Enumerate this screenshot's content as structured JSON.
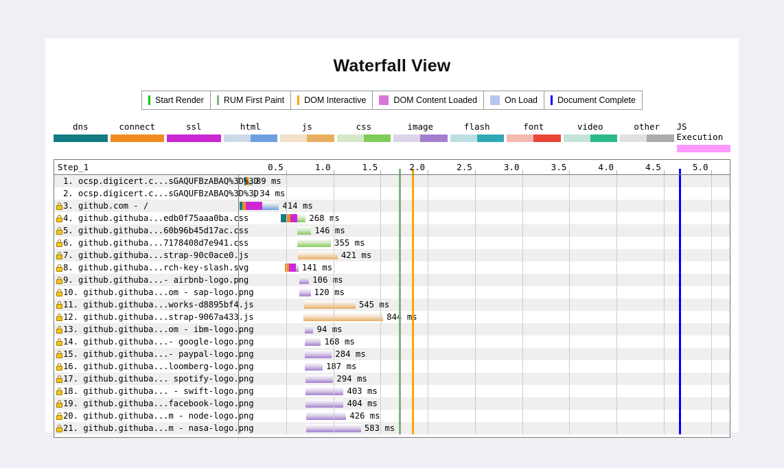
{
  "page": {
    "title": "Waterfall View"
  },
  "event_legend": [
    {
      "label": "Start Render",
      "color": "#00cc00",
      "shape": "line"
    },
    {
      "label": "RUM First Paint",
      "color": "#80b080",
      "shape": "line"
    },
    {
      "label": "DOM Interactive",
      "color": "#ffa400",
      "shape": "line"
    },
    {
      "label": "DOM Content Loaded",
      "color": "#d976d9",
      "shape": "square"
    },
    {
      "label": "On Load",
      "color": "#b8c4f0",
      "shape": "square"
    },
    {
      "label": "Document Complete",
      "color": "#0000ff",
      "shape": "line"
    }
  ],
  "type_legend": [
    {
      "label": "dns",
      "colors": [
        "#147a84",
        "#147a84"
      ]
    },
    {
      "label": "connect",
      "colors": [
        "#ef8d22",
        "#ef8d22"
      ]
    },
    {
      "label": "ssl",
      "colors": [
        "#cb28d4",
        "#cb28d4"
      ]
    },
    {
      "label": "html",
      "colors": [
        "#ccd9e8",
        "#6e9fe0"
      ]
    },
    {
      "label": "js",
      "colors": [
        "#f2e0c8",
        "#e8ae62"
      ]
    },
    {
      "label": "css",
      "colors": [
        "#d6e8c6",
        "#7fcc58"
      ]
    },
    {
      "label": "image",
      "colors": [
        "#ddd4ea",
        "#a47fd0"
      ]
    },
    {
      "label": "flash",
      "colors": [
        "#bce0e2",
        "#2fa8b4"
      ]
    },
    {
      "label": "font",
      "colors": [
        "#f4b8b0",
        "#ea4536"
      ]
    },
    {
      "label": "video",
      "colors": [
        "#c3e4d6",
        "#2bb98a"
      ]
    },
    {
      "label": "other",
      "colors": [
        "#e0e0e0",
        "#ababab"
      ]
    },
    {
      "label": "JS Execution",
      "colors": [
        "#ff99ff",
        "#ff99ff"
      ]
    }
  ],
  "waterfall": {
    "step_label": "Step_1",
    "axis": {
      "ticks": [
        "0.5",
        "1.0",
        "1.5",
        "2.0",
        "2.5",
        "3.0",
        "3.5",
        "4.0",
        "4.5",
        "5.0"
      ],
      "tick_values": [
        0.5,
        1.0,
        1.5,
        2.0,
        2.5,
        3.0,
        3.5,
        4.0,
        4.5,
        5.0
      ],
      "min": 0.0,
      "max": 5.2,
      "unit": "s"
    },
    "events": [
      {
        "name": "Start Render",
        "time": 1.7,
        "color": "#00cc00",
        "width": 3
      },
      {
        "name": "RUM First Paint",
        "time": 1.7,
        "color": "#80b080",
        "width": 3
      },
      {
        "name": "DOM Interactive",
        "time": 1.84,
        "color": "#ffa400",
        "width": 3
      },
      {
        "name": "Document Complete",
        "time": 4.67,
        "color": "#0000ff",
        "width": 3
      }
    ],
    "requests": [
      {
        "num": "1.",
        "name": "ocsp.digicert.c...sGAQUFBzABAQ%3D%3D",
        "secure": false,
        "ms": "89 ms",
        "start": 0.055,
        "segments": [
          {
            "type": "dns",
            "start": 0.055,
            "end": 0.075
          },
          {
            "type": "connect",
            "start": 0.075,
            "end": 0.105
          },
          {
            "type": "other",
            "start": 0.105,
            "end": 0.144
          }
        ]
      },
      {
        "num": "2.",
        "name": "ocsp.digicert.c...sGAQUFBzABAQ%3D%3D",
        "secure": false,
        "ms": "34 ms",
        "start": 0.15,
        "segments": [
          {
            "type": "other",
            "start": 0.15,
            "end": 0.184
          }
        ]
      },
      {
        "num": "3.",
        "name": "github.com - /",
        "secure": true,
        "ms": "414 ms",
        "start": 0.01,
        "segments": [
          {
            "type": "dns",
            "start": 0.01,
            "end": 0.035
          },
          {
            "type": "connect",
            "start": 0.035,
            "end": 0.075
          },
          {
            "type": "ssl",
            "start": 0.075,
            "end": 0.25
          },
          {
            "type": "html",
            "start": 0.25,
            "end": 0.424
          }
        ]
      },
      {
        "num": "4.",
        "name": "github.githuba...edb0f75aaa0ba.css",
        "secure": true,
        "ms": "268 ms",
        "start": 0.44,
        "segments": [
          {
            "type": "dns",
            "start": 0.44,
            "end": 0.51
          },
          {
            "type": "connect",
            "start": 0.51,
            "end": 0.548
          },
          {
            "type": "ssl",
            "start": 0.548,
            "end": 0.62
          },
          {
            "type": "css",
            "start": 0.62,
            "end": 0.708
          }
        ]
      },
      {
        "num": "5.",
        "name": "github.githuba...60b96b45d17ac.css",
        "secure": true,
        "ms": "146 ms",
        "start": 0.62,
        "segments": [
          {
            "type": "css",
            "start": 0.62,
            "end": 0.766
          }
        ]
      },
      {
        "num": "6.",
        "name": "github.githuba...7178408d7e941.css",
        "secure": true,
        "ms": "355 ms",
        "start": 0.62,
        "segments": [
          {
            "type": "css",
            "start": 0.62,
            "end": 0.975
          }
        ]
      },
      {
        "num": "7.",
        "name": "github.githuba...strap-90c0ace0.js",
        "secure": true,
        "ms": "421 ms",
        "start": 0.625,
        "segments": [
          {
            "type": "js",
            "start": 0.625,
            "end": 1.046
          }
        ]
      },
      {
        "num": "8.",
        "name": "github.githuba...rch-key-slash.svg",
        "secure": true,
        "ms": "141 ms",
        "start": 0.49,
        "segments": [
          {
            "type": "connect",
            "start": 0.49,
            "end": 0.53
          },
          {
            "type": "ssl",
            "start": 0.53,
            "end": 0.6
          },
          {
            "type": "image",
            "start": 0.6,
            "end": 0.631
          }
        ]
      },
      {
        "num": "9.",
        "name": "github.githuba...- airbnb-logo.png",
        "secure": true,
        "ms": "106 ms",
        "start": 0.637,
        "segments": [
          {
            "type": "image",
            "start": 0.637,
            "end": 0.743
          }
        ]
      },
      {
        "num": "10.",
        "name": "github.githuba...om - sap-logo.png",
        "secure": true,
        "ms": "120 ms",
        "start": 0.64,
        "segments": [
          {
            "type": "image",
            "start": 0.64,
            "end": 0.76
          }
        ]
      },
      {
        "num": "11.",
        "name": "github.githuba...works-d8895bf4.js",
        "secure": true,
        "ms": "545 ms",
        "start": 0.69,
        "segments": [
          {
            "type": "js",
            "start": 0.69,
            "end": 1.235
          }
        ]
      },
      {
        "num": "12.",
        "name": "github.githuba...strap-9067a433.js",
        "secure": true,
        "ms": "844 ms",
        "start": 0.685,
        "segments": [
          {
            "type": "js",
            "start": 0.685,
            "end": 1.529
          }
        ]
      },
      {
        "num": "13.",
        "name": "github.githuba...om - ibm-logo.png",
        "secure": true,
        "ms": "94 ms",
        "start": 0.695,
        "segments": [
          {
            "type": "image",
            "start": 0.695,
            "end": 0.789
          }
        ]
      },
      {
        "num": "14.",
        "name": "github.githuba...- google-logo.png",
        "secure": true,
        "ms": "168 ms",
        "start": 0.7,
        "segments": [
          {
            "type": "image",
            "start": 0.7,
            "end": 0.868
          }
        ]
      },
      {
        "num": "15.",
        "name": "github.githuba...- paypal-logo.png",
        "secure": true,
        "ms": "284 ms",
        "start": 0.7,
        "segments": [
          {
            "type": "image",
            "start": 0.7,
            "end": 0.984
          }
        ]
      },
      {
        "num": "16.",
        "name": "github.githuba...loomberg-logo.png",
        "secure": true,
        "ms": "187 ms",
        "start": 0.7,
        "segments": [
          {
            "type": "image",
            "start": 0.7,
            "end": 0.887
          }
        ]
      },
      {
        "num": "17.",
        "name": "github.githuba... spotify-logo.png",
        "secure": true,
        "ms": "294 ms",
        "start": 0.705,
        "segments": [
          {
            "type": "image",
            "start": 0.705,
            "end": 0.999
          }
        ]
      },
      {
        "num": "18.",
        "name": "github.githuba... - swift-logo.png",
        "secure": true,
        "ms": "403 ms",
        "start": 0.705,
        "segments": [
          {
            "type": "image",
            "start": 0.705,
            "end": 1.108
          }
        ]
      },
      {
        "num": "19.",
        "name": "github.githuba...facebook-logo.png",
        "secure": true,
        "ms": "404 ms",
        "start": 0.705,
        "segments": [
          {
            "type": "image",
            "start": 0.705,
            "end": 1.109
          }
        ]
      },
      {
        "num": "20.",
        "name": "github.githuba...m - node-logo.png",
        "secure": true,
        "ms": "426 ms",
        "start": 0.71,
        "segments": [
          {
            "type": "image",
            "start": 0.71,
            "end": 1.136
          }
        ]
      },
      {
        "num": "21.",
        "name": "github.githuba...m - nasa-logo.png",
        "secure": true,
        "ms": "583 ms",
        "start": 0.71,
        "segments": [
          {
            "type": "image",
            "start": 0.71,
            "end": 1.293
          }
        ]
      }
    ]
  }
}
